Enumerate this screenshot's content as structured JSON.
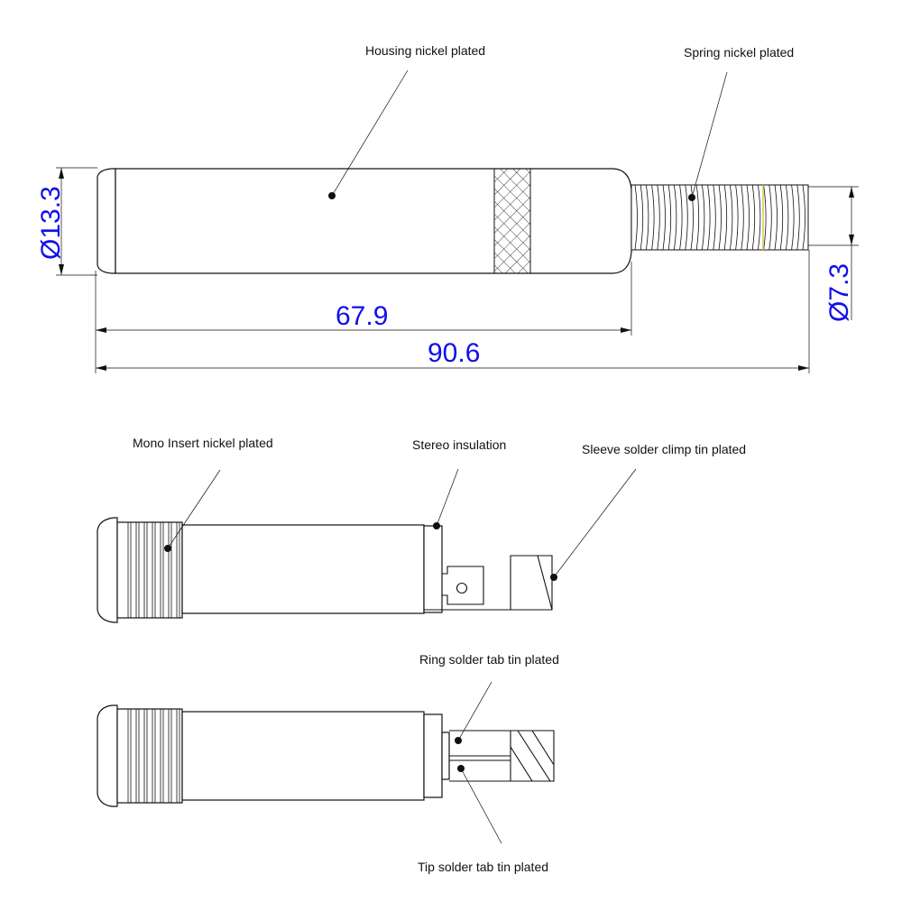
{
  "labels": {
    "housing": "Housing nickel plated",
    "spring": "Spring nickel plated",
    "mono_insert": "Mono Insert  nickel plated",
    "stereo_insulation": "Stereo insulation",
    "sleeve_solder": "Sleeve solder climp tin plated",
    "ring_solder": "Ring solder tab tin plated",
    "tip_solder": "Tip solder tab tin plated"
  },
  "dimensions": {
    "diameter_housing": "Ø13.3",
    "diameter_spring": "Ø7.3",
    "length_housing": "67.9",
    "length_total": "90.6"
  },
  "colors": {
    "dimension_text": "#1010e8",
    "line": "#111111"
  }
}
